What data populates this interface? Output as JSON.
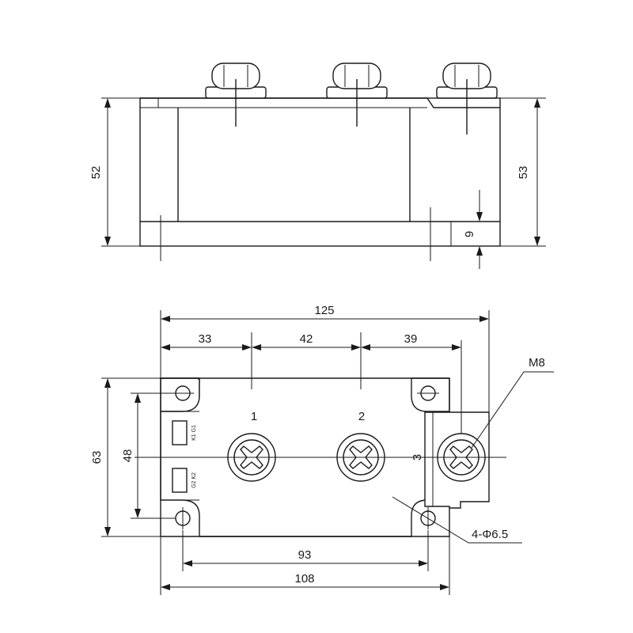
{
  "side_view": {
    "dim_height_left": "52",
    "dim_height_right": "53",
    "dim_base": "9"
  },
  "top_view": {
    "dim_total_width": "125",
    "dim_spacing_1": "33",
    "dim_spacing_2": "42",
    "dim_spacing_3": "39",
    "dim_height_outer": "63",
    "dim_height_holes": "48",
    "dim_holes_width": "93",
    "dim_base_width": "108",
    "thread_label": "M8",
    "hole_label": "4-Φ6.5",
    "terminal_1": "1",
    "terminal_2": "2",
    "terminal_3": "3",
    "gate_label_top": "K1 G1",
    "gate_label_bottom": "G2 K2"
  }
}
